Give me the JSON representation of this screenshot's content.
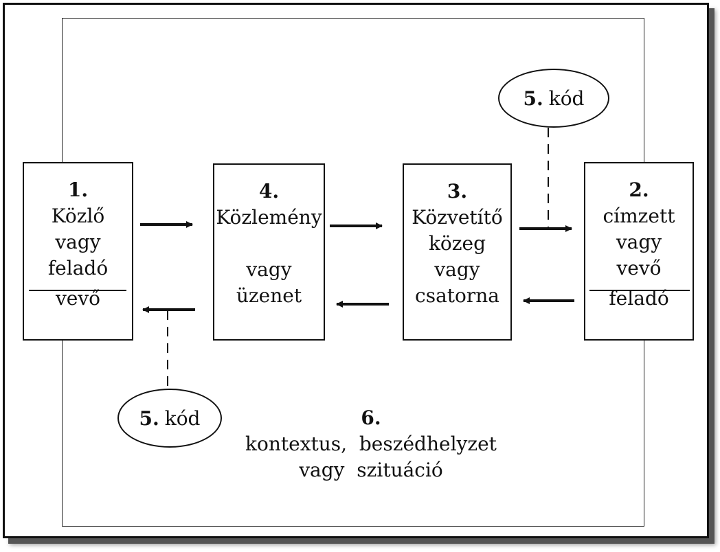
{
  "boxes": {
    "sender": {
      "number": "1.",
      "lines": [
        "Közlő",
        "vagy",
        "feladó"
      ],
      "below_line": "vevő"
    },
    "message": {
      "number": "4.",
      "lines": [
        "Közlemény",
        "",
        "vagy",
        "üzenet"
      ]
    },
    "channel": {
      "number": "3.",
      "lines": [
        "Közvetítő",
        "közeg",
        "vagy",
        "csatorna"
      ]
    },
    "receiver": {
      "number": "2.",
      "lines": [
        "címzett",
        "vagy",
        "vevő"
      ],
      "below_line": "feladó"
    }
  },
  "code_top": {
    "number": "5.",
    "label": "kód"
  },
  "code_bottom": {
    "number": "5.",
    "label": "kód"
  },
  "context": {
    "number": "6.",
    "lines": [
      "kontextus,  beszédhelyzet",
      "vagy  szituáció"
    ]
  }
}
